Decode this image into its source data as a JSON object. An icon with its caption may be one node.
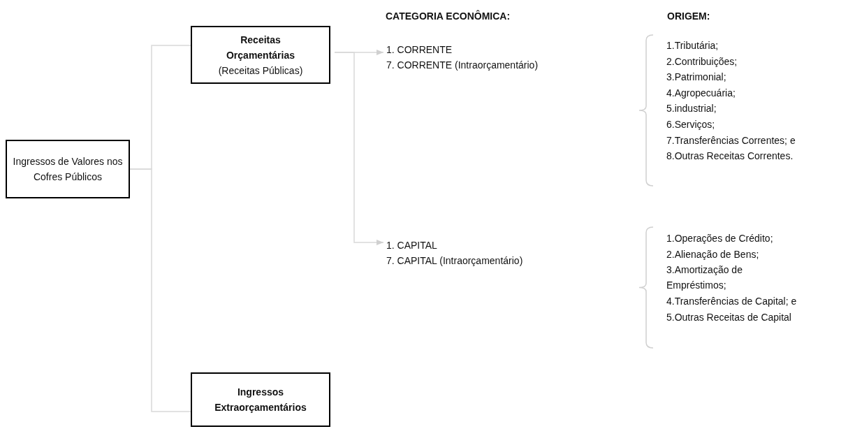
{
  "diagram": {
    "nodes": [
      {
        "text": [
          "Ingressos de Valores nos Cofres Públicos"
        ]
      },
      {
        "text": [
          "Receitas Orçamentárias",
          "(Receitas Públicas)"
        ]
      },
      {
        "text": [
          "Ingressos Extraorçamentários"
        ]
      },
      {
        "text": [
          "1. CORRENTE",
          "7. CORRENTE (Intraorçamentário)"
        ]
      },
      {
        "text": [
          "1. CAPITAL",
          "7. CAPITAL (Intraorçamentário)"
        ]
      }
    ],
    "edges": [
      {
        "from": 0,
        "to": 1,
        "arrow": "none"
      },
      {
        "from": 0,
        "to": 2,
        "arrow": "none"
      },
      {
        "from": 1,
        "to": 3,
        "arrow": "to"
      },
      {
        "from": 1,
        "to": 4,
        "arrow": "to"
      }
    ],
    "labels": [
      "CATEGORIA ECONÔMICA:",
      "ORIGEM:",
      "1.Tributária;",
      "2.Contribuições;",
      "3.Patrimonial;",
      "4.Agropecuária;",
      "5.industrial;",
      "6.Serviços;",
      "7.Transferências Correntes; e",
      "8.Outras Receitas Correntes.",
      "1.Operações de Crédito;",
      "2.Alienação de Bens;",
      "3.Amortização de Empréstimos;",
      "4.Transferências de Capital; e",
      "5.Outras Receitas de Capital"
    ]
  }
}
